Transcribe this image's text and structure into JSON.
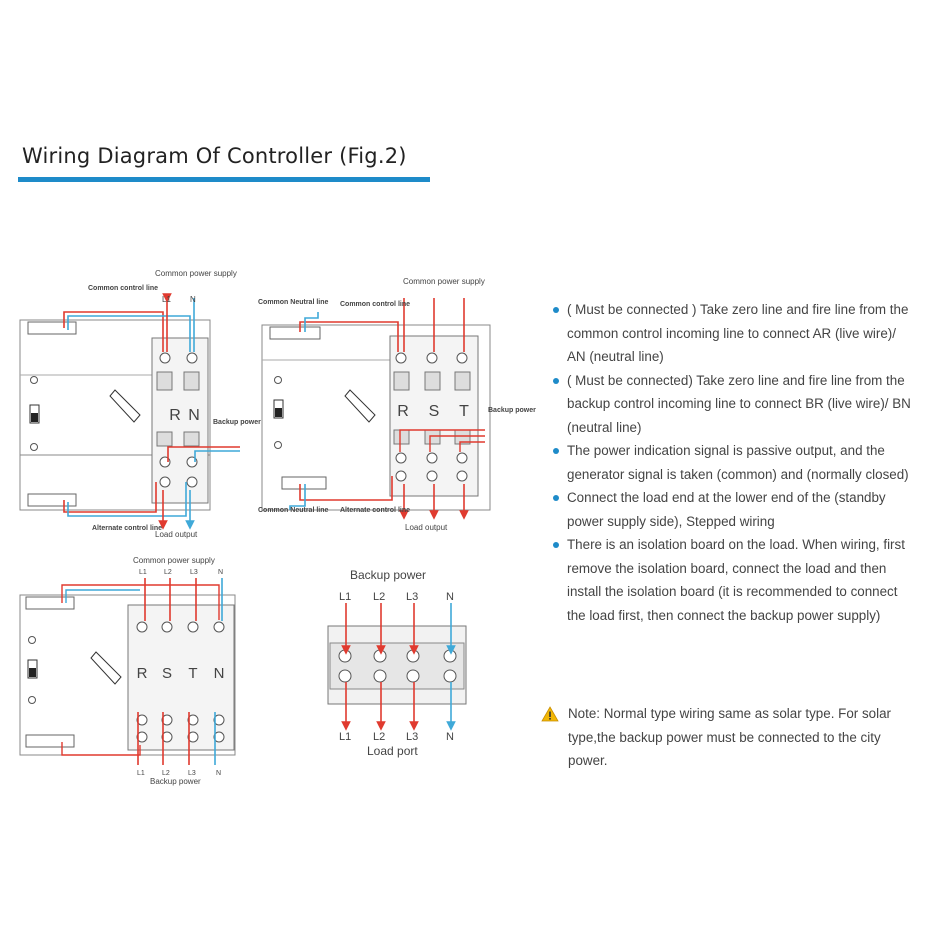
{
  "title": "Wiring Diagram Of Controller (Fig.2)",
  "colors": {
    "accent": "#1e8bc9",
    "live": "#e03a2f",
    "neutral": "#3fa9d8",
    "warning": "#f2b705"
  },
  "diagram1": {
    "label_common_control": "Common control line",
    "label_common_power": "Common power supply",
    "term_l1": "L1",
    "term_n": "N",
    "pole_r": "R",
    "pole_n": "N",
    "label_backup_power": "Backup power",
    "label_alternate_control": "Alternate control line",
    "label_load_output": "Load output"
  },
  "diagram2": {
    "label_common_power": "Common power supply",
    "label_common_neutral": "Common Neutral line",
    "label_common_control": "Common control line",
    "pole_r": "R",
    "pole_s": "S",
    "pole_t": "T",
    "label_backup_power": "Backup power",
    "label_common_neutral_bottom": "Common Neutral line",
    "label_alternate_control": "Alternate control line",
    "label_load_output": "Load output"
  },
  "diagram3": {
    "label_common_power": "Common power supply",
    "terms_top": [
      "L1",
      "L2",
      "L3",
      "N"
    ],
    "poles": [
      "R",
      "S",
      "T",
      "N"
    ],
    "terms_bottom": [
      "L1",
      "L2",
      "L3",
      "N"
    ],
    "label_backup_power": "Backup power"
  },
  "diagram4": {
    "label_backup_power": "Backup power",
    "terms_top": [
      "L1",
      "L2",
      "L3",
      "N"
    ],
    "terms_bottom": [
      "L1",
      "L2",
      "L3",
      "N"
    ],
    "label_load_port": "Load port"
  },
  "notes": [
    "( Must be connected ) Take zero line and fire line from the common control incoming line to connect AR (live wire)/ AN (neutral line)",
    "( Must be connected) Take zero line and fire line from the backup control incoming line to connect BR (live wire)/ BN (neutral line)",
    "The power indication signal is passive output, and the generator signal is taken (common) and (normally closed)",
    "Connect the load end at the lower end of the (standby power supply side), Stepped wiring",
    "There is an isolation board on the load. When wiring, first remove the isolation board, connect the load and then install the isolation board (it is recommended to connect the load first, then connect the backup power supply)"
  ],
  "warning_note": "Note: Normal type wiring same as solar type. For solar type,the backup power must be connected to the city power."
}
